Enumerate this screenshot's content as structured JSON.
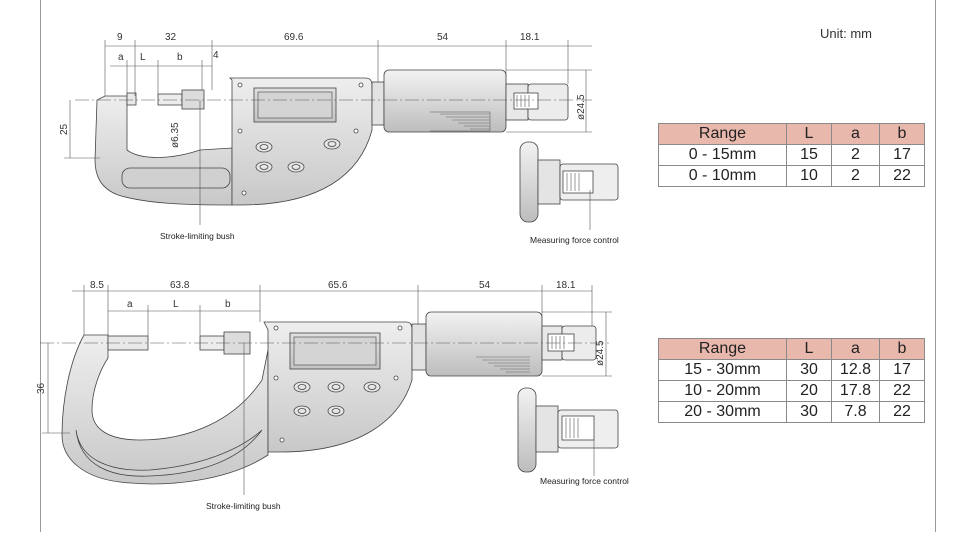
{
  "unit_label": "Unit: mm",
  "top_drawing": {
    "dimensions": {
      "d9": "9",
      "d32": "32",
      "d69_6": "69.6",
      "d54": "54",
      "d18_1": "18.1",
      "d4": "4",
      "d25": "25",
      "dia6_35": "ø6.35",
      "dia24_5": "ø24.5",
      "a": "a",
      "L": "L",
      "b": "b"
    },
    "stroke_label": "Stroke-limiting bush",
    "force_label": "Measuring force control"
  },
  "bottom_drawing": {
    "dimensions": {
      "d8_5": "8.5",
      "d63_8": "63.8",
      "d65_6": "65.6",
      "d54": "54",
      "d18_1": "18.1",
      "d36": "36",
      "dia24_5": "ø24.5",
      "a": "a",
      "L": "L",
      "b": "b"
    },
    "stroke_label": "Stroke-limiting bush",
    "force_label": "Measuring force control"
  },
  "table1": {
    "headers": [
      "Range",
      "L",
      "a",
      "b"
    ],
    "rows": [
      [
        "0 - 15mm",
        "15",
        "2",
        "17"
      ],
      [
        "0 - 10mm",
        "10",
        "2",
        "22"
      ]
    ]
  },
  "table2": {
    "headers": [
      "Range",
      "L",
      "a",
      "b"
    ],
    "rows": [
      [
        "15 - 30mm",
        "30",
        "12.8",
        "17"
      ],
      [
        "10 - 20mm",
        "20",
        "17.8",
        "22"
      ],
      [
        "20 - 30mm",
        "30",
        "7.8",
        "22"
      ]
    ]
  },
  "colors": {
    "table_header": "#e9b8ad",
    "body_fill": "#dcdcdc",
    "frame_line": "#444444"
  }
}
